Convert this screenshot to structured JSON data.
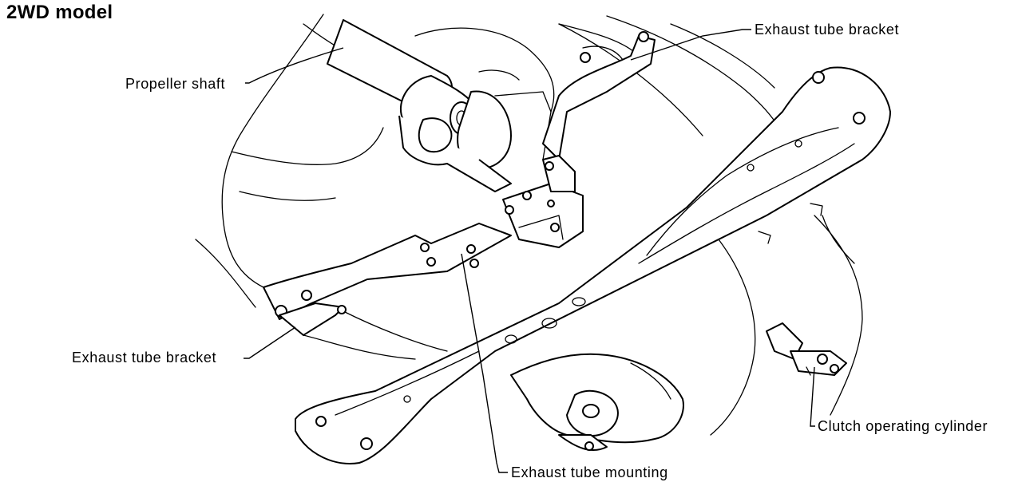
{
  "title": "2WD model",
  "labels": {
    "propeller_shaft": "Propeller shaft",
    "exhaust_tube_bracket_top": "Exhaust tube bracket",
    "exhaust_tube_bracket_left": "Exhaust tube bracket",
    "exhaust_tube_mounting": "Exhaust tube mounting",
    "clutch_operating_cylinder": "Clutch operating cylinder"
  },
  "colors": {
    "line": "#000000",
    "background": "#ffffff"
  }
}
